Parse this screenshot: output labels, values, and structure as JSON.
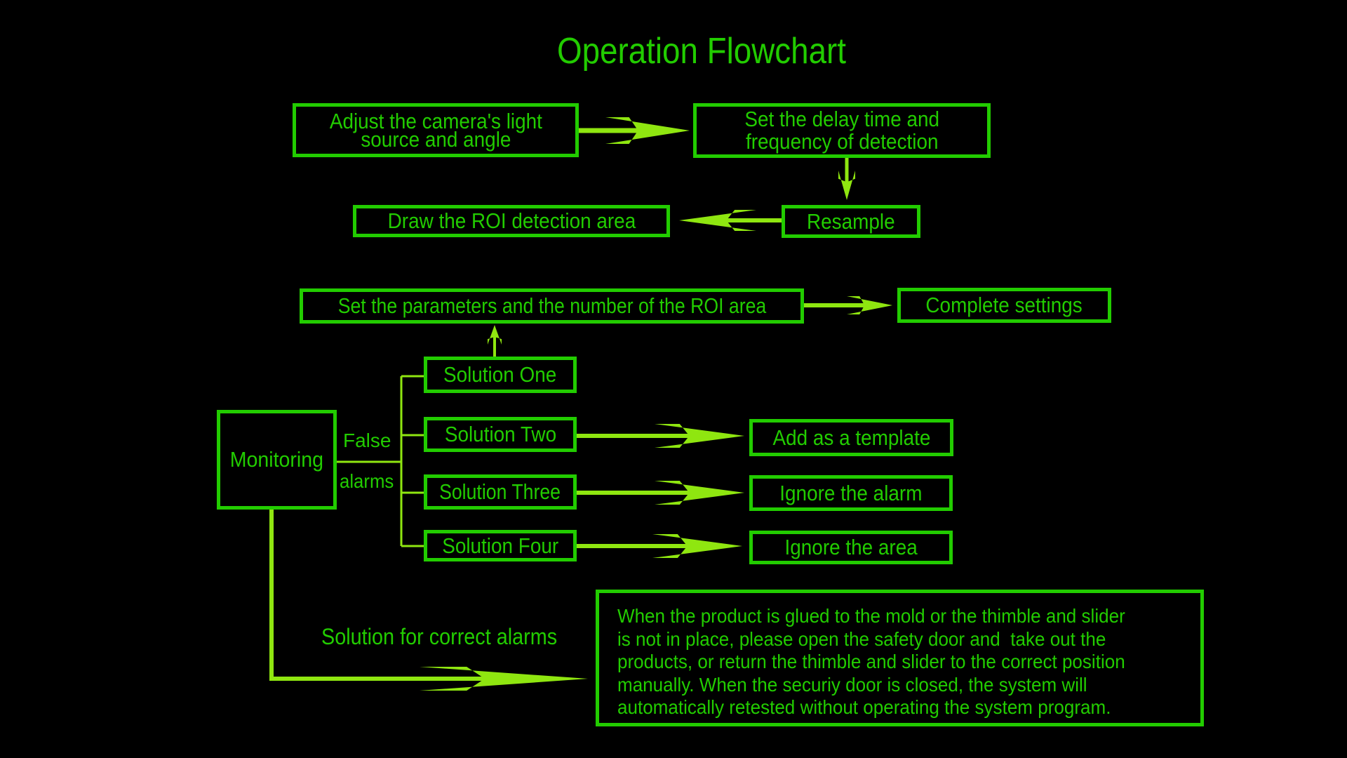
{
  "title": "Operation Flowchart",
  "colors": {
    "background": "#000000",
    "box_border": "#22cc00",
    "text": "#22cc00",
    "arrow": "#8fe610"
  },
  "nodes": {
    "adjust_camera": {
      "lines": [
        "Adjust the camera's light",
        "source and angle"
      ]
    },
    "set_delay": {
      "lines": [
        "Set the delay time and",
        "frequency of detection"
      ]
    },
    "resample": {
      "label": "Resample"
    },
    "draw_roi": {
      "label": "Draw the ROI detection area"
    },
    "set_parameters": {
      "label": "Set the parameters and the number of the ROI area"
    },
    "complete_settings": {
      "label": "Complete settings"
    },
    "monitoring": {
      "label": "Monitoring"
    },
    "solution_one": {
      "label": "Solution One"
    },
    "solution_two": {
      "label": "Solution Two"
    },
    "solution_three": {
      "label": "Solution Three"
    },
    "solution_four": {
      "label": "Solution Four"
    },
    "add_template": {
      "label": "Add as a template"
    },
    "ignore_alarm": {
      "label": "Ignore the alarm"
    },
    "ignore_area": {
      "label": "Ignore the area"
    },
    "correct_alarm_instructions": {
      "lines": [
        "When the product is glued to the mold or the thimble and slider",
        "is not in place, please open the safety door and  take out the",
        "products, or return the thimble and slider to the correct position",
        "manually. When the securiy door is closed, the system will",
        "automatically retested without operating the system program."
      ]
    }
  },
  "edge_labels": {
    "false_alarms_top": "False",
    "false_alarms_bottom": "alarms",
    "correct_alarms": "Solution for correct alarms"
  },
  "edges": [
    {
      "from": "adjust_camera",
      "to": "set_delay"
    },
    {
      "from": "set_delay",
      "to": "resample"
    },
    {
      "from": "resample",
      "to": "draw_roi"
    },
    {
      "from": "set_parameters",
      "to": "complete_settings"
    },
    {
      "from": "solution_one",
      "to": "set_parameters"
    },
    {
      "from": "monitoring",
      "to": "solution_one",
      "label": "False alarms"
    },
    {
      "from": "monitoring",
      "to": "solution_two",
      "label": "False alarms"
    },
    {
      "from": "monitoring",
      "to": "solution_three",
      "label": "False alarms"
    },
    {
      "from": "monitoring",
      "to": "solution_four",
      "label": "False alarms"
    },
    {
      "from": "solution_two",
      "to": "add_template"
    },
    {
      "from": "solution_three",
      "to": "ignore_alarm"
    },
    {
      "from": "solution_four",
      "to": "ignore_area"
    },
    {
      "from": "monitoring",
      "to": "correct_alarm_instructions",
      "label": "Solution for correct alarms"
    }
  ]
}
